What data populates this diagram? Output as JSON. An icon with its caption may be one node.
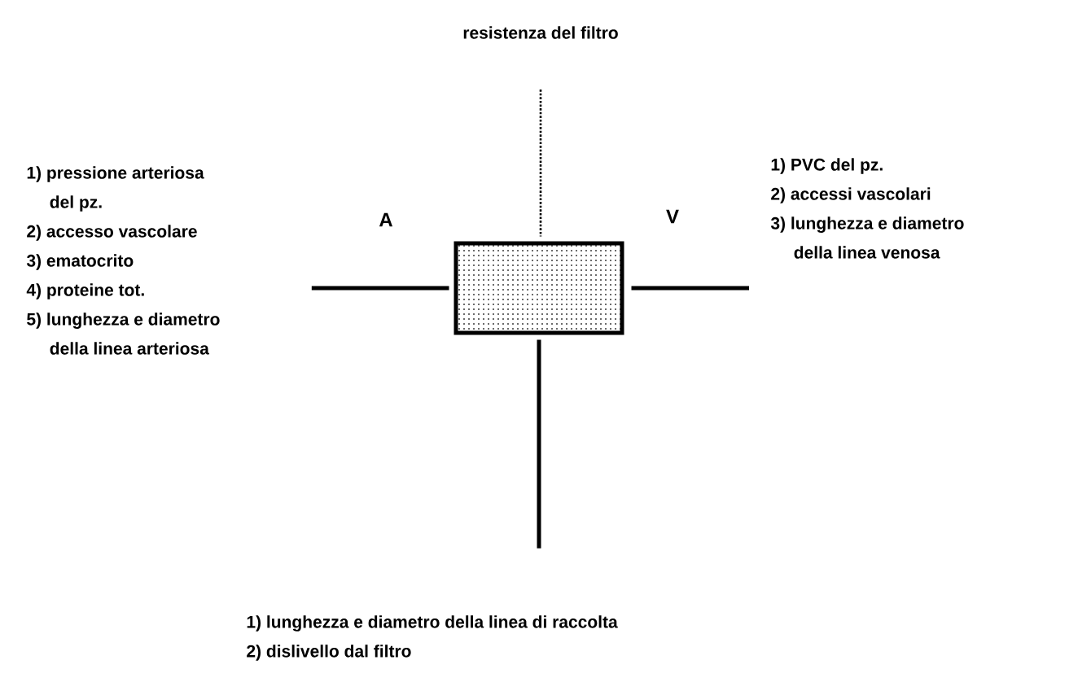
{
  "diagram": {
    "nodes": [
      {
        "text": [
          "resistenza del filtro"
        ]
      },
      {
        "text": [
          "1) pressione arteriosa del pz.",
          "2) accesso vascolare",
          "3) ematocrito",
          "4) proteine tot.",
          "5) lunghezza e diametro della linea arteriosa"
        ]
      },
      {
        "text": [],
        "shape": "box"
      },
      {
        "text": [
          "1) PVC del pz.",
          "2) accessi vascolari",
          "3) lunghezza e diametro della linea venosa"
        ]
      },
      {
        "text": [
          "1) lunghezza e diametro della linea di raccolta",
          "2) dislivello dal filtro"
        ]
      }
    ],
    "edges": [
      {
        "from": 0,
        "to": 2,
        "arrow": "none",
        "style": "dashed"
      },
      {
        "from": 1,
        "to": 2,
        "arrow": "none",
        "label": "A"
      },
      {
        "from": 2,
        "to": 3,
        "arrow": "none",
        "label": "V"
      },
      {
        "from": 2,
        "to": 4,
        "arrow": "none"
      }
    ]
  }
}
